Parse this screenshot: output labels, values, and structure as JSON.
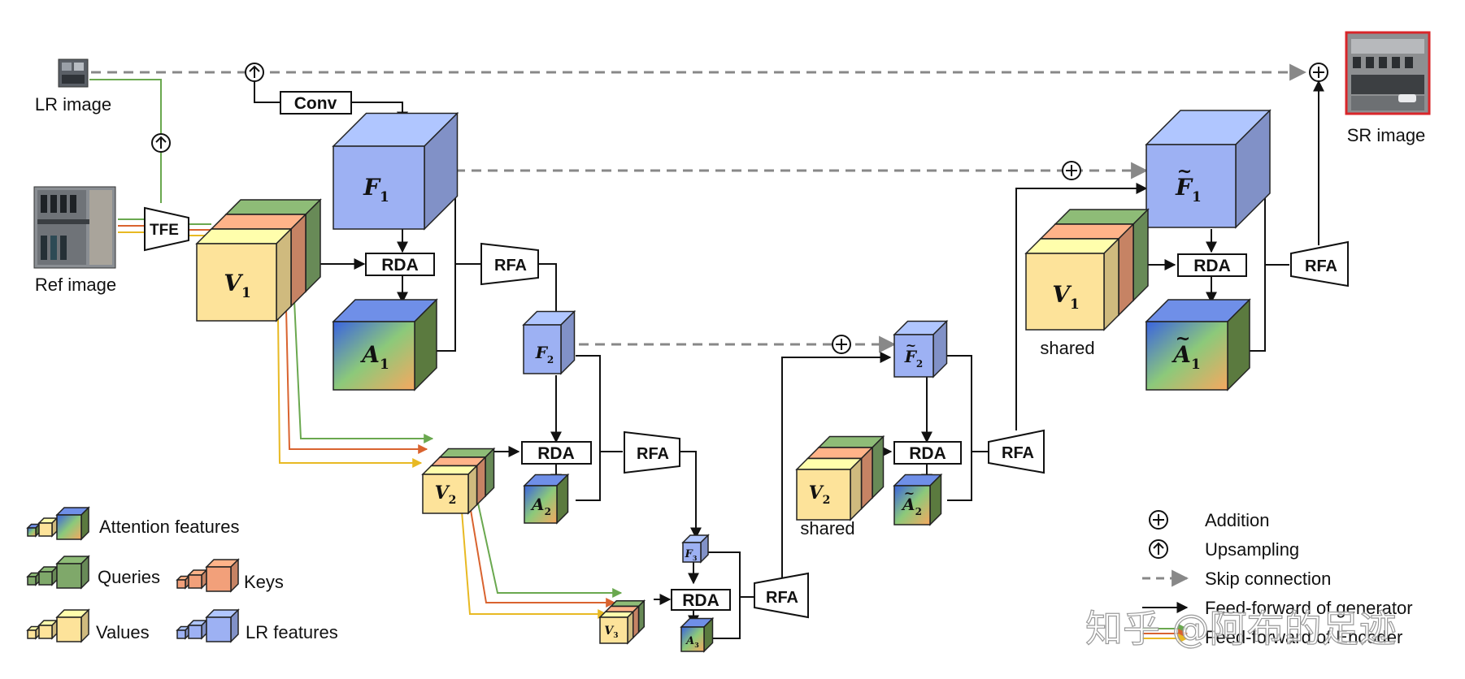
{
  "inputs": {
    "lr_image": "LR image",
    "ref_image": "Ref image",
    "sr_image": "SR image"
  },
  "blocks": {
    "conv": "Conv",
    "tfe": "TFE",
    "rda": "RDA",
    "rfa": "RFA"
  },
  "features": {
    "v1": {
      "main": "V",
      "sub": "1"
    },
    "v2": {
      "main": "V",
      "sub": "2"
    },
    "v3": {
      "main": "V",
      "sub": "3"
    },
    "f1": {
      "main": "F",
      "sub": "1"
    },
    "f2": {
      "main": "F",
      "sub": "2"
    },
    "f3": {
      "main": "F",
      "sub": "3"
    },
    "a1": {
      "main": "A",
      "sub": "1"
    },
    "a2": {
      "main": "A",
      "sub": "2"
    },
    "a3": {
      "main": "A",
      "sub": "3"
    },
    "f1t": {
      "main": "F",
      "sub": "1"
    },
    "f2t": {
      "main": "F",
      "sub": "2"
    },
    "a1t": {
      "main": "A",
      "sub": "1"
    },
    "a2t": {
      "main": "A",
      "sub": "2"
    },
    "shared": "shared"
  },
  "cube_legend": {
    "attention": "Attention features",
    "queries": "Queries",
    "keys": "Keys",
    "values": "Values",
    "lr_features": "LR features"
  },
  "symbol_legend": {
    "addition": "Addition",
    "upsampling": "Upsampling",
    "skip": "Skip connection",
    "ff_generator": "Feed-forward of generator",
    "ff_encoder": "Feed-forward of Encoder"
  },
  "watermark": "知乎 @阿布的足迹",
  "colors": {
    "lr_feature": "#9db1f3",
    "value": "#fde39a",
    "key": "#f2a07a",
    "query": "#7fa86a",
    "skip": "#888888",
    "green_line": "#6aa84f",
    "orange_line": "#d9632f",
    "yellow_line": "#e8b923",
    "sr_border": "#d9262a"
  }
}
